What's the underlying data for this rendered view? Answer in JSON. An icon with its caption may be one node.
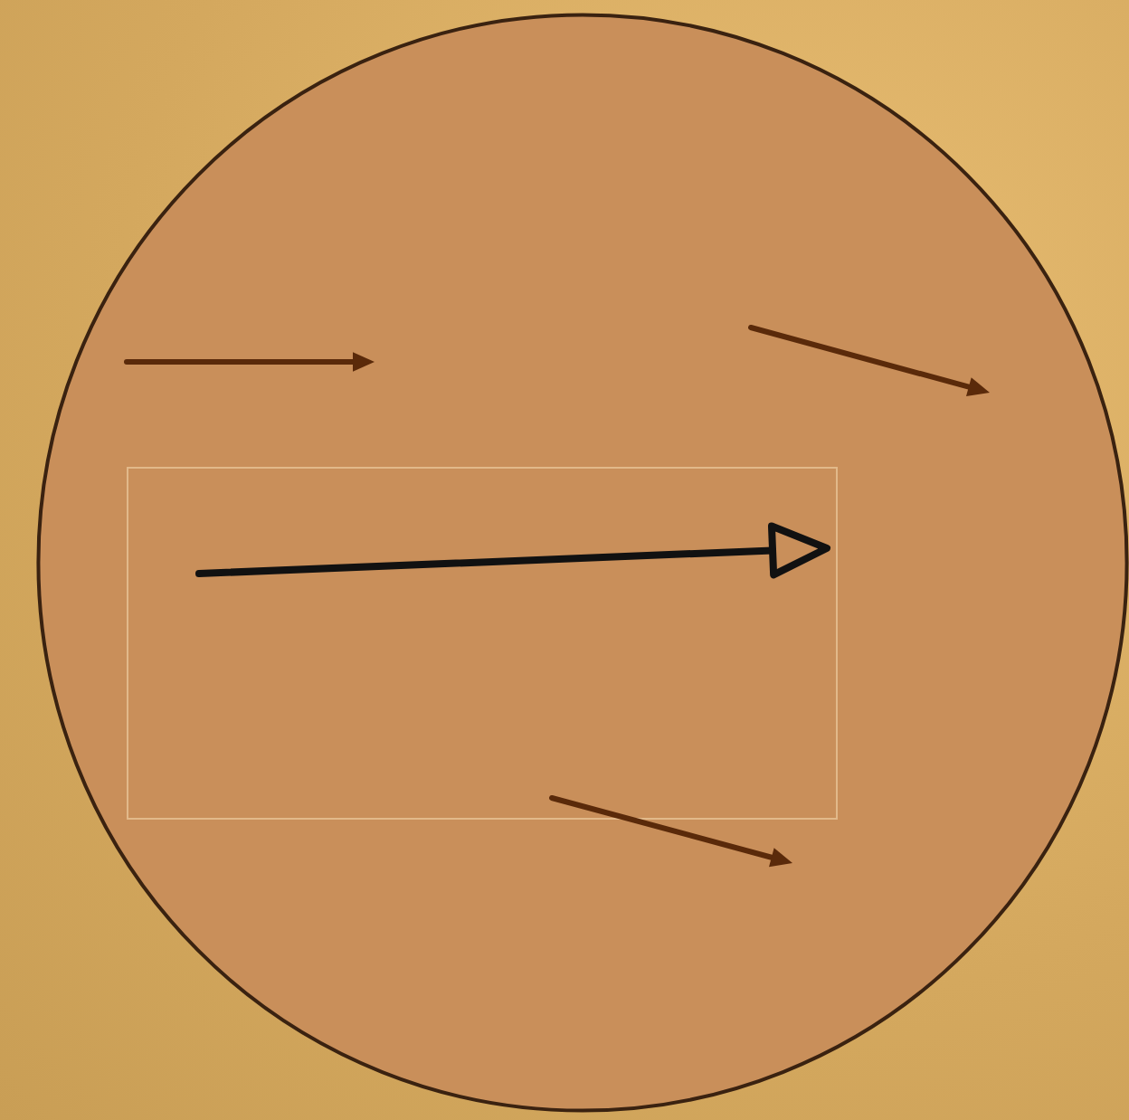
{
  "diagram": {
    "nodes": [
      {
        "text": [],
        "shape": "circle"
      },
      {
        "text": [],
        "shape": "box",
        "in": 0
      }
    ]
  }
}
